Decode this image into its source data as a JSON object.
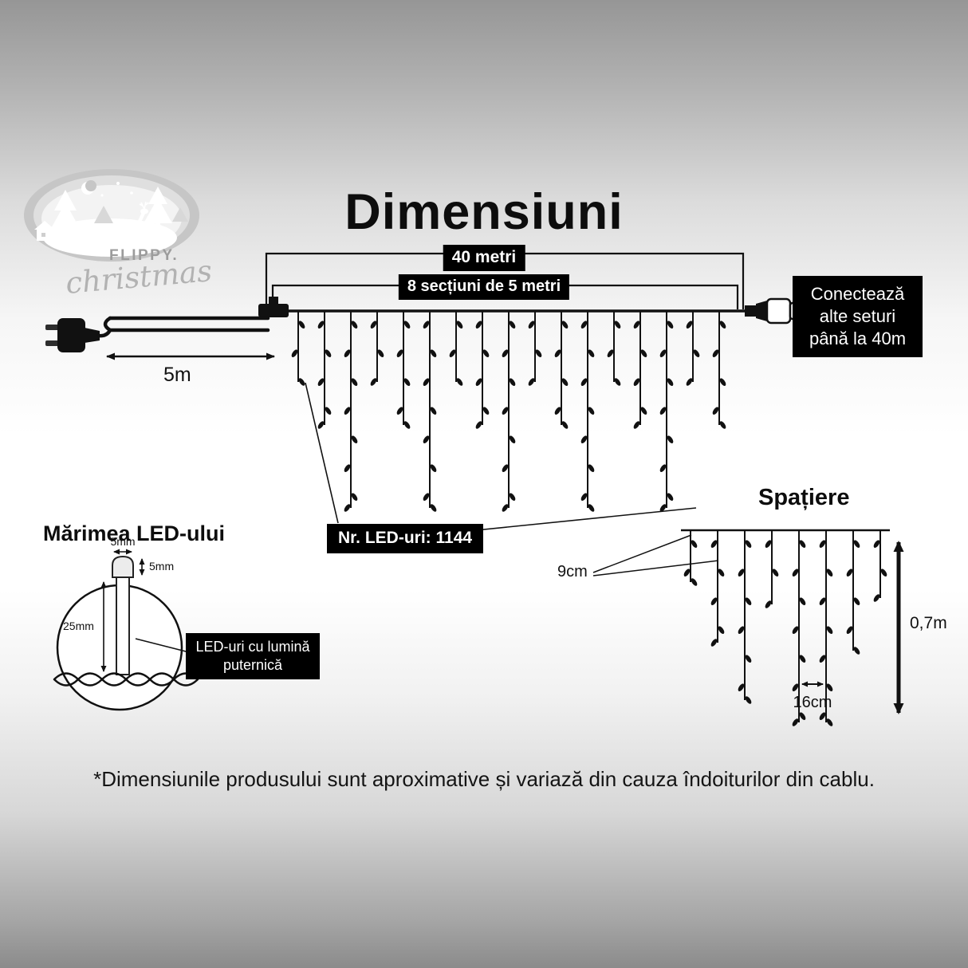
{
  "page": {
    "title": "Dimensiuni",
    "footnote": "*Dimensiunile produsului sunt aproximative și variază din cauza îndoiturilor din cablu."
  },
  "logo": {
    "brand": "FLIPPY.",
    "script": "christmas"
  },
  "curtain": {
    "total_length_label": "40 metri",
    "sections_label": "8 secțiuni de 5 metri",
    "lead_length_label": "5m",
    "connect_label": "Conectează alte seturi până la 40m",
    "led_count_label": "Nr. LED-uri: 1144"
  },
  "spacing": {
    "heading": "Spațiere",
    "top_gap_label": "9cm",
    "led_gap_label": "16cm",
    "drop_height_label": "0,7m"
  },
  "led_size": {
    "heading": "Mărimea LED-ului",
    "width_label": "5mm",
    "cap_height_label": "5mm",
    "length_label": "25mm",
    "callout": "LED-uri cu lumină puternică"
  },
  "colors": {
    "label_box_bg": "#000000",
    "label_box_text": "#ffffff",
    "line": "#111111"
  }
}
